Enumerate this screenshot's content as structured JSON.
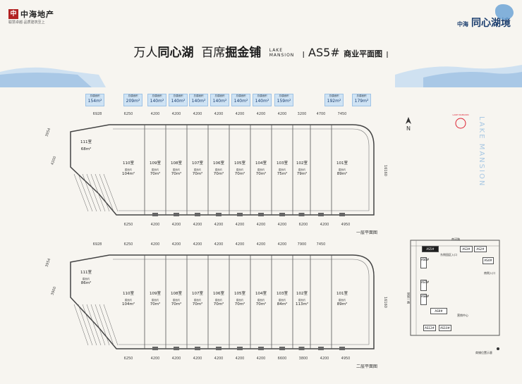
{
  "brand": {
    "logo_char": "中",
    "name": "中海地产",
    "slogan": "聪慧卓越·品质建筑至上"
  },
  "project": {
    "name": "中海 同心湖境",
    "prefix": "中海",
    "main": "同心湖境"
  },
  "title": {
    "p1": "万人",
    "p2": "同心湖",
    "p3": "百席",
    "p4": "掘金铺",
    "lake1": "LAKE",
    "lake2": "MANSION",
    "code": "AS5#",
    "sub": "商业平面图"
  },
  "stickers": [
    {
      "label": "总建面积",
      "value": "154m²"
    },
    {
      "label": "总建面积",
      "value": "209m²"
    },
    {
      "label": "总建面积",
      "value": "140m²"
    },
    {
      "label": "总建面积",
      "value": "140m²"
    },
    {
      "label": "总建面积",
      "value": "140m²"
    },
    {
      "label": "总建面积",
      "value": "140m²"
    },
    {
      "label": "总建面积",
      "value": "140m²"
    },
    {
      "label": "总建面积",
      "value": "140m²"
    },
    {
      "label": "总建面积",
      "value": "159m²"
    },
    {
      "label": "总建面积",
      "value": "192m²"
    },
    {
      "label": "总建面积",
      "value": "179m²"
    }
  ],
  "floor1": {
    "label": "一层平面图",
    "top_dims": [
      "6928",
      "6250",
      "4200",
      "4200",
      "4200",
      "4200",
      "4200",
      "4200",
      "4200",
      "3200",
      "4700",
      "7450"
    ],
    "bot_dims": [
      "6250",
      "4200",
      "4200",
      "4200",
      "4200",
      "4200",
      "4200",
      "4200",
      "6200",
      "4200",
      "4950"
    ],
    "side_dim": "16160",
    "left_dims": [
      "3954",
      "4200"
    ],
    "units": [
      {
        "name": "111室",
        "label": "",
        "area": "68m²"
      },
      {
        "name": "110室",
        "label": "建面约",
        "area": "104m²"
      },
      {
        "name": "109室",
        "label": "建面约",
        "area": "70m²"
      },
      {
        "name": "108室",
        "label": "建面约",
        "area": "70m²"
      },
      {
        "name": "107室",
        "label": "建面约",
        "area": "70m²"
      },
      {
        "name": "106室",
        "label": "建面约",
        "area": "70m²"
      },
      {
        "name": "105室",
        "label": "建面约",
        "area": "70m²"
      },
      {
        "name": "104室",
        "label": "建面约",
        "area": "70m²"
      },
      {
        "name": "103室",
        "label": "建面约",
        "area": "75m²"
      },
      {
        "name": "102室",
        "label": "建面约",
        "area": "79m²"
      },
      {
        "name": "101室",
        "label": "建面约",
        "area": "89m²"
      }
    ]
  },
  "floor2": {
    "label": "二层平面图",
    "top_dims": [
      "6928",
      "6250",
      "4200",
      "4200",
      "4200",
      "4200",
      "4200",
      "4200",
      "4200",
      "7900",
      "7450"
    ],
    "bot_dims": [
      "6250",
      "4200",
      "4200",
      "4200",
      "4200",
      "4200",
      "4200",
      "6600",
      "3800",
      "4200",
      "4950"
    ],
    "side_dim": "16160",
    "left_dims": [
      "3954",
      "3900"
    ],
    "units": [
      {
        "name": "111室",
        "label": "建面约",
        "area": "86m²"
      },
      {
        "name": "110室",
        "label": "建面约",
        "area": "104m²"
      },
      {
        "name": "109室",
        "label": "建面约",
        "area": "70m²"
      },
      {
        "name": "108室",
        "label": "建面约",
        "area": "70m²"
      },
      {
        "name": "107室",
        "label": "建面约",
        "area": "70m²"
      },
      {
        "name": "106室",
        "label": "建面约",
        "area": "70m²"
      },
      {
        "name": "105室",
        "label": "建面约",
        "area": "70m²"
      },
      {
        "name": "104室",
        "label": "建面约",
        "area": "70m²"
      },
      {
        "name": "103室",
        "label": "建面约",
        "area": "84m²"
      },
      {
        "name": "102室",
        "label": "建面约",
        "area": "113m²"
      },
      {
        "name": "101室",
        "label": "建面约",
        "area": "89m²"
      }
    ]
  },
  "compass": "N",
  "lake_mansion": "LAKE MANSION",
  "stamp": "LAKE MANSION",
  "sitemap": {
    "road_top": "南河路",
    "road_left": "规划一路",
    "road_right": "规划路",
    "b1": "AS5#",
    "b2": "AS3#",
    "b3": "AS2#",
    "b4": "AS4#",
    "b5": "AS6#",
    "b6": "AS7#",
    "b7": "AS8#",
    "b8": "AS9#",
    "b9": "AS11#",
    "b10": "AS12#",
    "b11": "AS10#",
    "b12": "AS1#",
    "entry1": "东侧园区入口",
    "entry2": "南侧入口",
    "entry3": "北侧入口",
    "center": "营销中心",
    "note": "商铺位置示意"
  }
}
